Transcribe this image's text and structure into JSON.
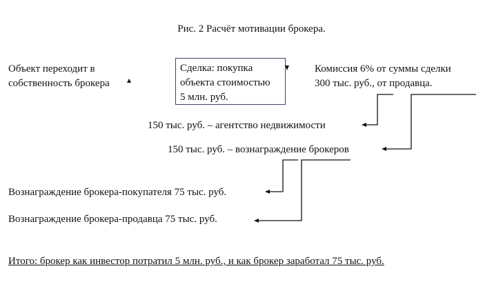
{
  "title": "Рис. 2 Расчёт мотивации брокера.",
  "left_note": {
    "line1": "Объект переходит в",
    "line2": "собственность брокера"
  },
  "deal_box": {
    "line1": "Сделка: покупка",
    "line2": "объекта стоимостью",
    "line3": "5 млн. руб."
  },
  "commission": {
    "line1": "Комиссия 6% от суммы сделки",
    "line2": "300 тыс. руб., от продавца."
  },
  "agency": "150 тыс. руб. – агентство недвижимости",
  "brokers": "150 тыс. руб. – вознаграждение брокеров",
  "buyer_broker": "Вознаграждение брокера-покупателя 75 тыс. руб.",
  "seller_broker": "Вознаграждение брокера-продавца 75 тыс. руб.",
  "total": "Итого: брокер как инвестор потратил 5 млн. руб., и как брокер заработал 75 тыс. руб."
}
